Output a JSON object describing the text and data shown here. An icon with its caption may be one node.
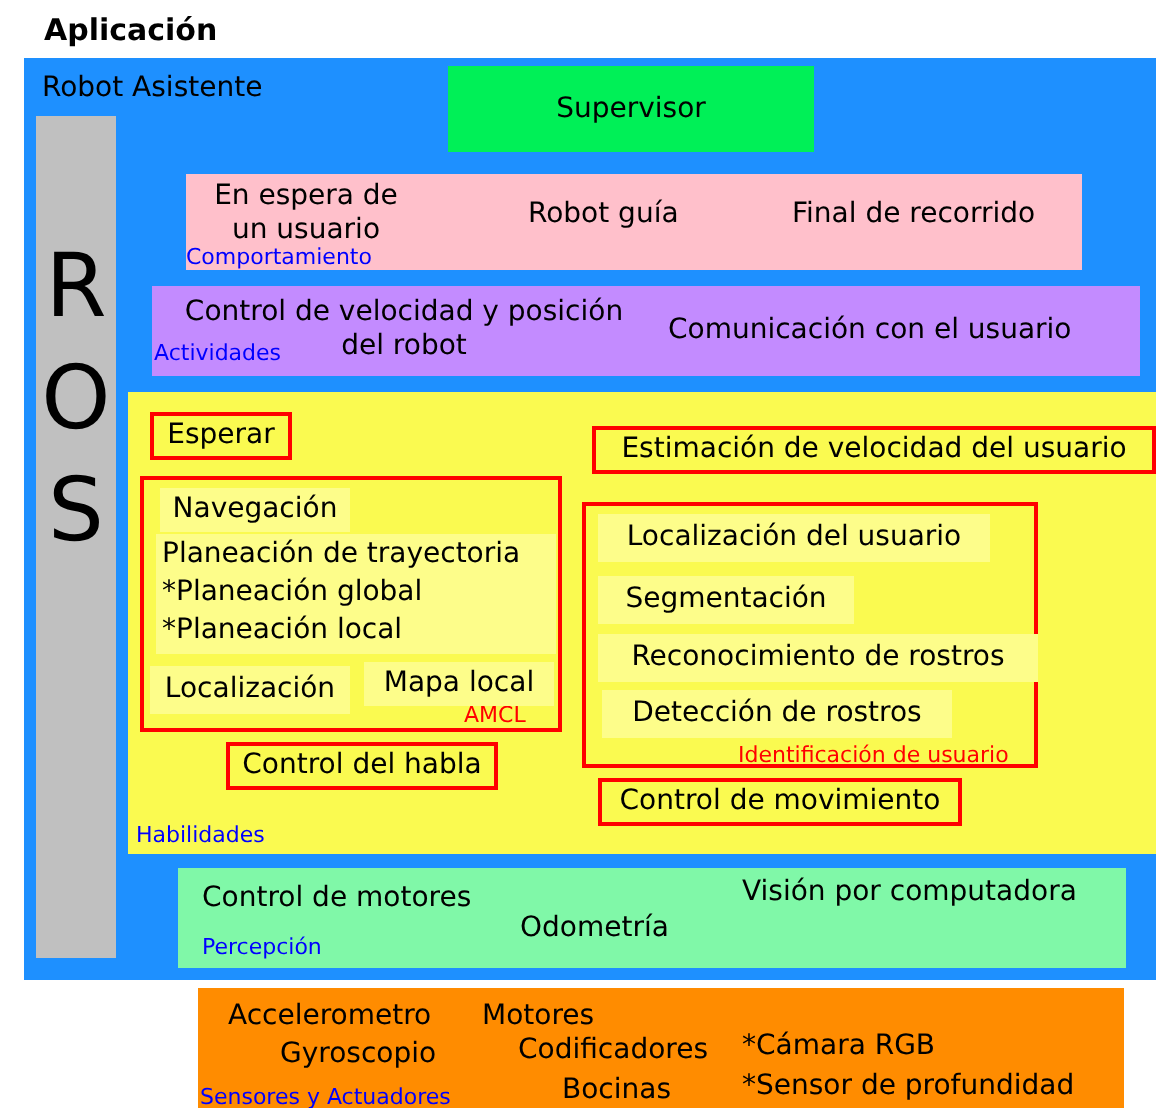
{
  "diagram": {
    "title": "Aplicación",
    "nodes": [
      {
        "text": [
          "Robot Asistente"
        ]
      },
      {
        "text": [
          "ROS"
        ],
        "in": 0
      },
      {
        "text": [
          "Supervisor"
        ],
        "in": 0
      },
      {
        "text": [
          "En espera de un usuario",
          "Robot guía",
          "Final de recorrido",
          "Comportamiento"
        ],
        "in": 0
      },
      {
        "text": [
          "Control de velocidad y posición del robot",
          "Comunicación con el usuario",
          "Actividades"
        ],
        "in": 0
      },
      {
        "text": [
          "Habilidades"
        ],
        "in": 0
      },
      {
        "text": [
          "Esperar"
        ],
        "in": 5
      },
      {
        "text": [
          "Estimación de velocidad del usuario"
        ],
        "in": 5
      },
      {
        "text": [
          "AMCL"
        ],
        "in": 5
      },
      {
        "text": [
          "Navegación"
        ],
        "in": 8
      },
      {
        "text": [
          "Planeación de trayectoria",
          "*Planeación global",
          "*Planeación local"
        ],
        "in": 8
      },
      {
        "text": [
          "Localización"
        ],
        "in": 8
      },
      {
        "text": [
          "Mapa local"
        ],
        "in": 8
      },
      {
        "text": [
          "Identificación de usuario"
        ],
        "in": 5
      },
      {
        "text": [
          "Localización del usuario"
        ],
        "in": 13
      },
      {
        "text": [
          "Segmentación"
        ],
        "in": 13
      },
      {
        "text": [
          "Reconocimiento de rostros"
        ],
        "in": 13
      },
      {
        "text": [
          "Detección de rostros"
        ],
        "in": 13
      },
      {
        "text": [
          "Control del habla"
        ],
        "in": 5
      },
      {
        "text": [
          "Control de movimiento"
        ],
        "in": 5
      },
      {
        "text": [
          "Control de motores",
          "Visión por computadora",
          "Odometría",
          "Percepción"
        ],
        "in": 0
      },
      {
        "text": [
          "Accelerometro",
          "Gyroscopio",
          "Motores",
          "Codificadores",
          "Bocinas",
          "*Cámara RGB",
          "*Sensor de profundidad",
          "Sensores y Actuadores"
        ]
      }
    ]
  }
}
